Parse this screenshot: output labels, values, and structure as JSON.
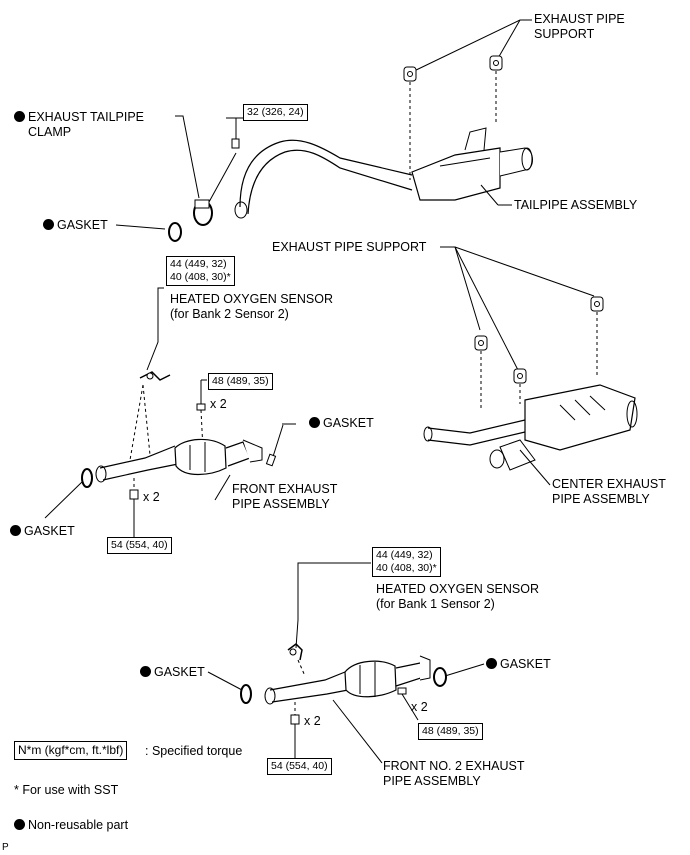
{
  "labels": {
    "exhaust_pipe_support_top": [
      "EXHAUST PIPE",
      "SUPPORT"
    ],
    "exhaust_tailpipe_clamp": [
      "EXHAUST TAILPIPE",
      "CLAMP"
    ],
    "gasket_1": "GASKET",
    "tailpipe_assembly": "TAILPIPE ASSEMBLY",
    "exhaust_pipe_support_mid": "EXHAUST PIPE SUPPORT",
    "heated_oxygen_sensor_b2": [
      "HEATED OXYGEN SENSOR",
      "(for Bank 2 Sensor 2)"
    ],
    "gasket_2": "GASKET",
    "center_exhaust_pipe": [
      "CENTER EXHAUST",
      "PIPE ASSEMBLY"
    ],
    "front_exhaust_pipe": [
      "FRONT EXHAUST",
      "PIPE ASSEMBLY"
    ],
    "gasket_3": "GASKET",
    "heated_oxygen_sensor_b1": [
      "HEATED OXYGEN SENSOR",
      "(for Bank 1 Sensor 2)"
    ],
    "gasket_4": "GASKET",
    "gasket_5": "GASKET",
    "front_no2_exhaust_pipe": [
      "FRONT NO. 2 EXHAUST",
      "PIPE ASSEMBLY"
    ],
    "qty_x2": "x 2"
  },
  "torques": {
    "clamp": "32 (326, 24)",
    "sensor_b2": [
      "44 (449, 32)",
      "40 (408, 30)*"
    ],
    "front_bolts": "48 (489, 35)",
    "front_nuts": "54 (554, 40)",
    "sensor_b1": [
      "44 (449, 32)",
      "40 (408, 30)*"
    ],
    "no2_bolts": "48 (489, 35)",
    "no2_nuts": "54 (554, 40)"
  },
  "legend": {
    "torque_box": "N*m (kgf*cm, ft.*lbf)",
    "torque_desc": ": Specified torque",
    "sst_note": "* For use with SST",
    "non_reusable": "Non-reusable part"
  },
  "corner_mark": "P"
}
